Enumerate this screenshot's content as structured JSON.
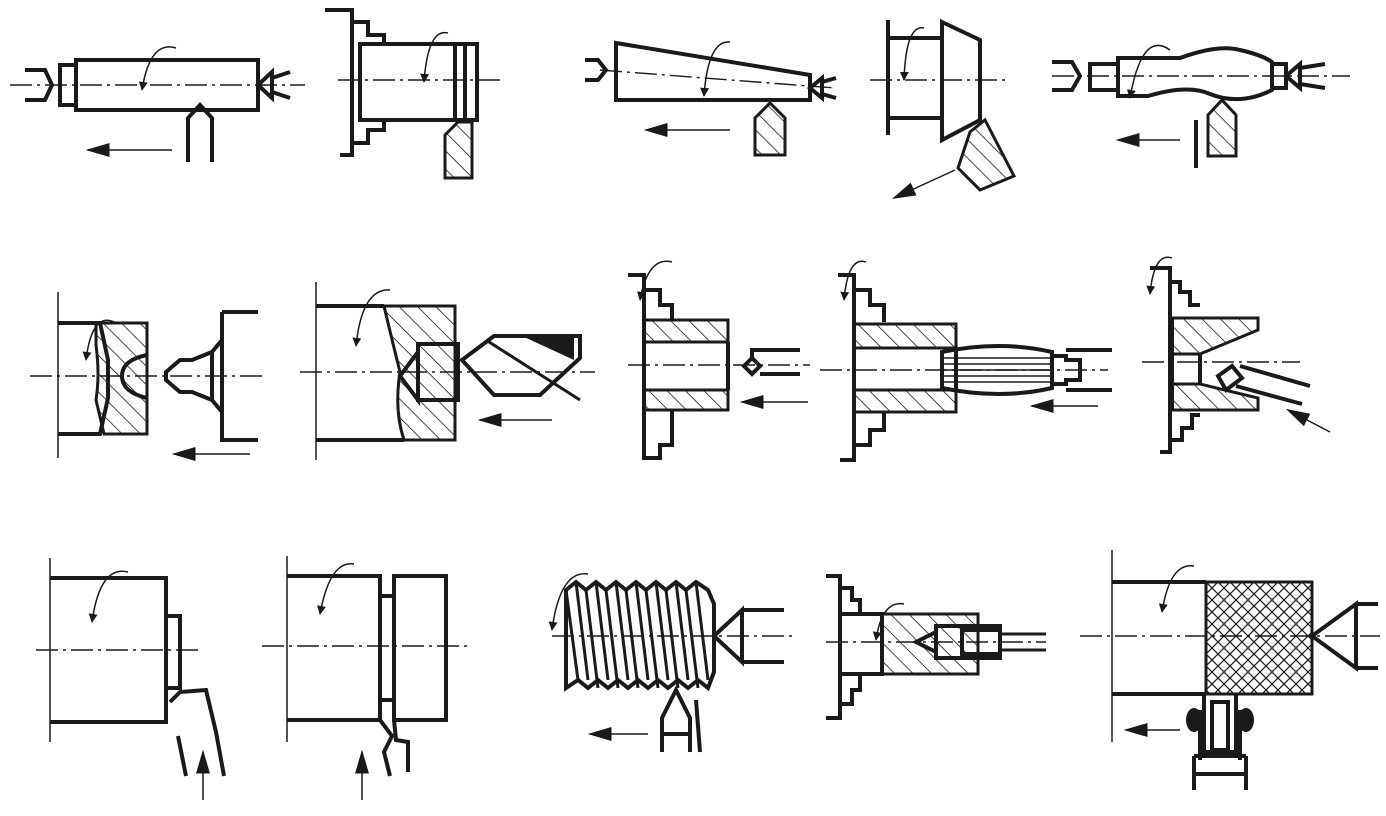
{
  "figure": {
    "ink_color": "#1a1a1a",
    "background_color": "#ffffff",
    "rows": [
      {
        "operations": [
          {
            "id": "external-cylindrical-turning",
            "icons": [
              "rotation-arrow-icon",
              "feed-arrow-icon",
              "tailstock-center-icon",
              "cutting-tool-icon"
            ]
          },
          {
            "id": "facing-in-chuck",
            "icons": [
              "chuck-jaw-icon",
              "rotation-arrow-icon",
              "cutting-tool-icon"
            ]
          },
          {
            "id": "taper-turning",
            "icons": [
              "rotation-arrow-icon",
              "feed-arrow-icon",
              "tailstock-center-icon",
              "cutting-tool-icon"
            ]
          },
          {
            "id": "conical-turning-with-angled-tool",
            "icons": [
              "rotation-arrow-icon",
              "feed-arrow-icon",
              "cutting-tool-icon"
            ]
          },
          {
            "id": "form-turning",
            "icons": [
              "rotation-arrow-icon",
              "feed-arrow-icon",
              "tailstock-center-icon",
              "cutting-tool-icon"
            ]
          }
        ]
      },
      {
        "operations": [
          {
            "id": "center-drilling",
            "icons": [
              "rotation-arrow-icon",
              "feed-arrow-icon",
              "center-drill-icon"
            ]
          },
          {
            "id": "drilling",
            "icons": [
              "rotation-arrow-icon",
              "feed-arrow-icon",
              "twist-drill-icon"
            ]
          },
          {
            "id": "boring",
            "icons": [
              "chuck-jaw-icon",
              "rotation-arrow-icon",
              "feed-arrow-icon",
              "boring-bar-icon"
            ]
          },
          {
            "id": "reaming",
            "icons": [
              "chuck-jaw-icon",
              "rotation-arrow-icon",
              "feed-arrow-icon",
              "reamer-icon"
            ]
          },
          {
            "id": "internal-taper-boring",
            "icons": [
              "chuck-jaw-icon",
              "rotation-arrow-icon",
              "feed-arrow-icon",
              "boring-bar-icon"
            ]
          }
        ]
      },
      {
        "operations": [
          {
            "id": "grooving",
            "icons": [
              "rotation-arrow-icon",
              "feed-arrow-icon",
              "cutting-tool-icon"
            ]
          },
          {
            "id": "parting-off",
            "icons": [
              "rotation-arrow-icon",
              "feed-arrow-icon",
              "parting-tool-icon"
            ]
          },
          {
            "id": "thread-cutting",
            "icons": [
              "rotation-arrow-icon",
              "feed-arrow-icon",
              "tailstock-center-icon",
              "threading-tool-icon"
            ]
          },
          {
            "id": "tapping",
            "icons": [
              "chuck-jaw-icon",
              "rotation-arrow-icon",
              "tap-icon"
            ]
          },
          {
            "id": "knurling",
            "icons": [
              "rotation-arrow-icon",
              "feed-arrow-icon",
              "tailstock-center-icon",
              "knurling-tool-icon"
            ]
          }
        ]
      }
    ]
  }
}
